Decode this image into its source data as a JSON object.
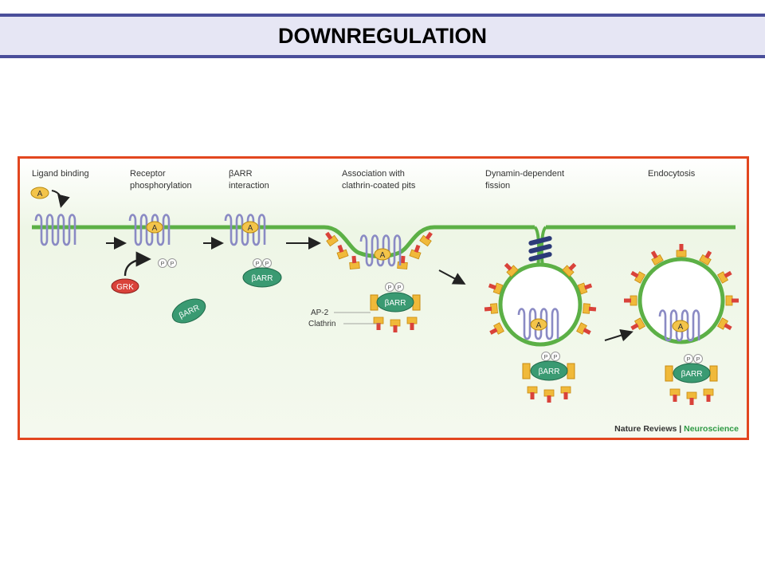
{
  "slide": {
    "title": "DOWNREGULATION"
  },
  "figure": {
    "steps": [
      {
        "line1": "Ligand binding",
        "line2": ""
      },
      {
        "line1": "Receptor",
        "line2": "phosphorylation"
      },
      {
        "line1": "βARR",
        "line2": "interaction"
      },
      {
        "line1": "Association with",
        "line2": "clathrin-coated pits"
      },
      {
        "line1": "Dynamin-dependent",
        "line2": "fission"
      },
      {
        "line1": "Endocytosis",
        "line2": ""
      }
    ],
    "labels": {
      "ligand": "A",
      "phosphate": "P",
      "kinase": "GRK",
      "arrestin": "βARR",
      "adaptor": "AP-2",
      "clathrin": "Clathrin"
    },
    "credit": {
      "journal": "Nature Reviews",
      "separator": " | ",
      "section": "Neuroscience"
    },
    "colors": {
      "frame": "#e2461f",
      "membrane": "#5cb046",
      "receptor": "#8a8ac4",
      "arrestin": "#3a9a72",
      "kinase": "#d9423a",
      "ligand": "#f3c44a",
      "clathrin_red": "#d9423a",
      "clathrin_yellow": "#f0b93a",
      "dynamin": "#2c3a78"
    }
  }
}
